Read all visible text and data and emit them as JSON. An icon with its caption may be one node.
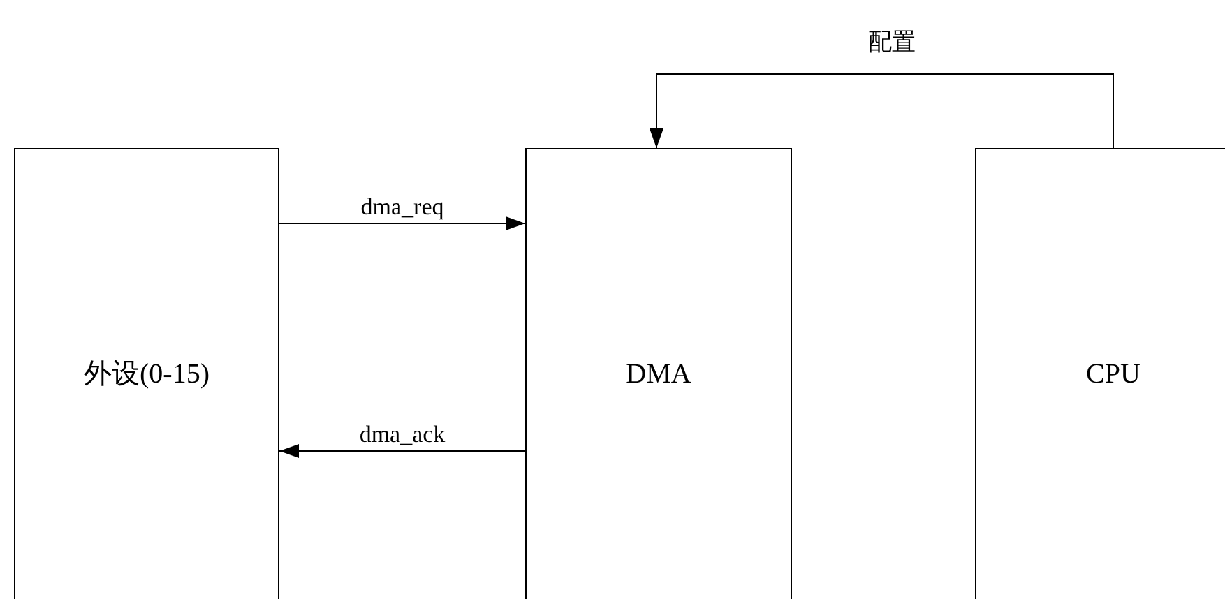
{
  "diagram": {
    "nodes": [
      {
        "text": [
          "外设(0-15)"
        ]
      },
      {
        "text": [
          "DMA"
        ]
      },
      {
        "text": [
          "CPU"
        ]
      }
    ],
    "edges": [
      {
        "from": 0,
        "to": 1,
        "arrow": "to",
        "label": "dma_req"
      },
      {
        "from": 1,
        "to": 0,
        "arrow": "to",
        "label": "dma_ack"
      },
      {
        "from": 2,
        "to": 1,
        "arrow": "to",
        "label": "配置"
      }
    ]
  }
}
